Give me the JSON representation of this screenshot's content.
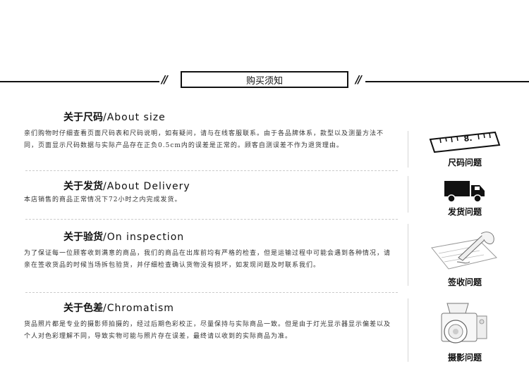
{
  "header": {
    "title": "购买须知",
    "ornament": "//"
  },
  "sections": [
    {
      "title_zh": "关于尺码",
      "title_en": "/About size",
      "text": "亲们购物时仔细查看页面尺码表和尺码说明，如有疑问，请与在线客服联系。由于各品牌体系，款型以及测量方法不同，页面显示尺码数据与实际产品存在正负0.5cm内的误差是正常的。顾客自测误差不作为退货理由。",
      "icon": "ruler-icon",
      "icon_label": "尺码问题"
    },
    {
      "title_zh": "关于发货",
      "title_en": "/About Delivery",
      "text": "本店销售的商品正常情况下72小时之内完成发货。",
      "icon": "truck-icon",
      "icon_label": "发货问题"
    },
    {
      "title_zh": "关于验货",
      "title_en": "/On inspection",
      "text": "为了保证每一位顾客收到满意的商品，我们的商品在出库前均有严格的检查，但是运输过程中可能会遇到各种情况，请亲在签收货品的时候当场拆包验货，并仔细检查确认货物没有损坏，如发现问题及时联系我们。",
      "icon": "signing-pen-icon",
      "icon_label": "签收问题"
    },
    {
      "title_zh": "关于色差",
      "title_en": "/Chromatism",
      "text": "货品照片都是专业的摄影师拍摄的，经过后期色彩校正，尽量保持与实际商品一致。但是由于灯光显示器显示偏差以及个人对色彩理解不同，导致实物可能与照片存在误差，最终请以收到的实际商品为准。",
      "icon": "camera-icon",
      "icon_label": "摄影问题"
    }
  ],
  "colors": {
    "line": "#111111",
    "text": "#333333",
    "divider": "#cccccc"
  }
}
